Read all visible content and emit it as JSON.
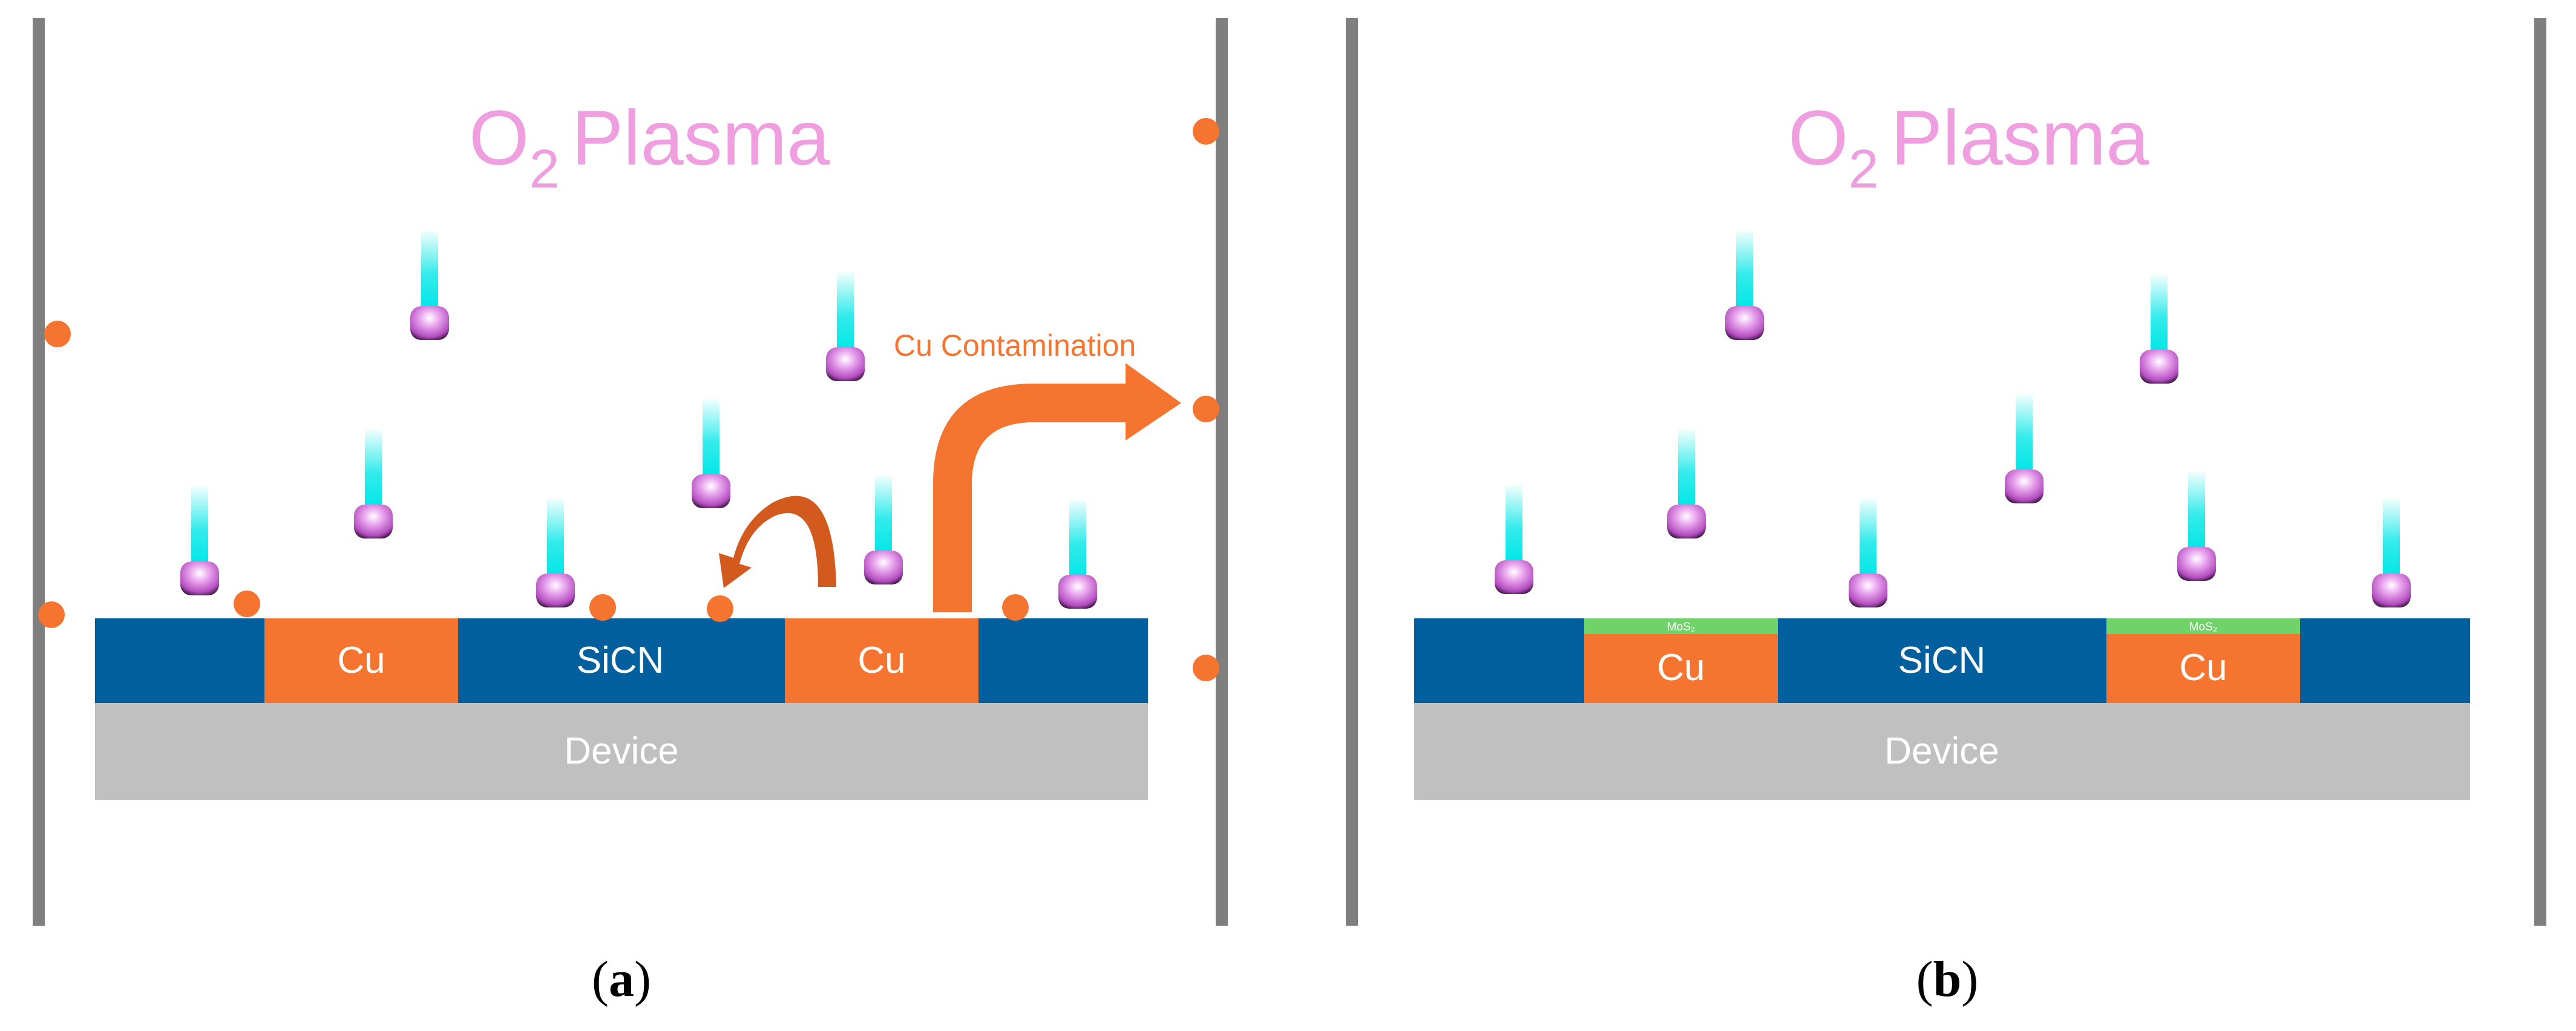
{
  "panel_a": {
    "plasma_title": "O",
    "plasma_subscript": "2",
    "plasma_word": "Plasma",
    "labels": {
      "cu_left": "Cu",
      "sicn": "SiCN",
      "cu_right": "Cu",
      "device": "Device",
      "contamination": "Cu Contamination"
    },
    "caption_letter": "a"
  },
  "panel_b": {
    "plasma_title": "O",
    "plasma_subscript": "2",
    "plasma_word": "Plasma",
    "labels": {
      "cu_left": "Cu",
      "sicn": "SiCN",
      "cu_right": "Cu",
      "device": "Device",
      "mos2_left": "MoS₂",
      "mos2_right": "MoS₂"
    },
    "caption_letter": "b"
  },
  "colors": {
    "sicn": "#005f9c",
    "cu": "#f47430",
    "device": "#c0c0c0",
    "wall": "#7f7f7f",
    "plasma_text": "#ef9ee0",
    "ion_stream": "#00e6e6",
    "ion_head": "#c76bd0",
    "mos2": "#70d36a",
    "arrow": "#f47430"
  }
}
